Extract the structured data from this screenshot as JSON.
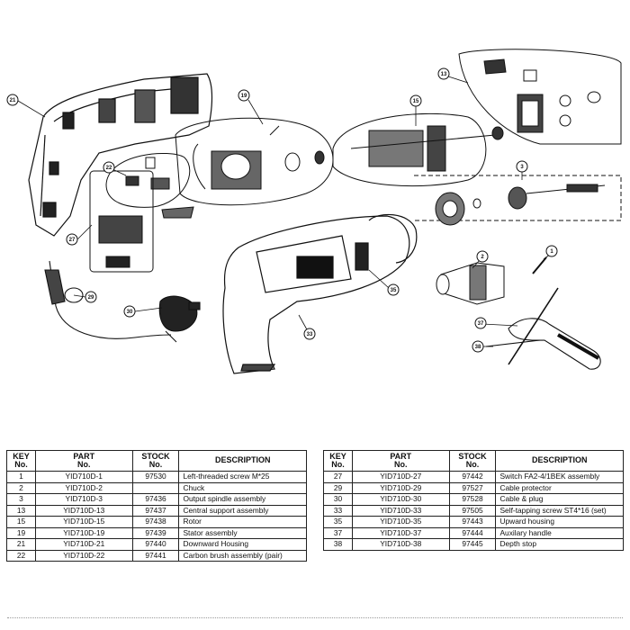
{
  "callouts": [
    {
      "id": "callout-21",
      "label": "21"
    },
    {
      "id": "callout-19",
      "label": "19"
    },
    {
      "id": "callout-22",
      "label": "22"
    },
    {
      "id": "callout-27",
      "label": "27"
    },
    {
      "id": "callout-29",
      "label": "29"
    },
    {
      "id": "callout-30",
      "label": "30"
    },
    {
      "id": "callout-15",
      "label": "15"
    },
    {
      "id": "callout-13",
      "label": "13"
    },
    {
      "id": "callout-3",
      "label": "3"
    },
    {
      "id": "callout-35",
      "label": "35"
    },
    {
      "id": "callout-33",
      "label": "33"
    },
    {
      "id": "callout-2",
      "label": "2"
    },
    {
      "id": "callout-1",
      "label": "1"
    },
    {
      "id": "callout-37",
      "label": "37"
    },
    {
      "id": "callout-38",
      "label": "38"
    }
  ],
  "table": {
    "headers": {
      "key": [
        "KEY",
        "No."
      ],
      "part": [
        "PART",
        "No."
      ],
      "stock": [
        "STOCK",
        "No."
      ],
      "description": [
        "DESCRIPTION"
      ]
    },
    "left_rows": [
      {
        "key": "1",
        "part": "YID710D-1",
        "stock": "97530",
        "description": "Left-threaded screw M*25"
      },
      {
        "key": "2",
        "part": "YID710D-2",
        "stock": "",
        "description": "Chuck"
      },
      {
        "key": "3",
        "part": "YID710D-3",
        "stock": "97436",
        "description": "Output spindle assembly"
      },
      {
        "key": "13",
        "part": "YID710D-13",
        "stock": "97437",
        "description": "Central support assembly"
      },
      {
        "key": "15",
        "part": "YID710D-15",
        "stock": "97438",
        "description": "Rotor"
      },
      {
        "key": "19",
        "part": "YID710D-19",
        "stock": "97439",
        "description": "Stator assembly"
      },
      {
        "key": "21",
        "part": "YID710D-21",
        "stock": "97440",
        "description": "Downward Housing"
      },
      {
        "key": "22",
        "part": "YID710D-22",
        "stock": "97441",
        "description": "Carbon brush assembly (pair)"
      }
    ],
    "right_rows": [
      {
        "key": "27",
        "part": "YID710D-27",
        "stock": "97442",
        "description": "Switch FA2-4/1BEK assembly"
      },
      {
        "key": "29",
        "part": "YID710D-29",
        "stock": "97527",
        "description": "Cable protector"
      },
      {
        "key": "30",
        "part": "YID710D-30",
        "stock": "97528",
        "description": "Cable & plug"
      },
      {
        "key": "33",
        "part": "YID710D-33",
        "stock": "97505",
        "description": "Self-tapping screw ST4*16 (set)"
      },
      {
        "key": "35",
        "part": "YID710D-35",
        "stock": "97443",
        "description": "Upward housing"
      },
      {
        "key": "37",
        "part": "YID710D-37",
        "stock": "97444",
        "description": "Auxilary handle"
      },
      {
        "key": "38",
        "part": "YID710D-38",
        "stock": "97445",
        "description": "Depth stop"
      }
    ]
  }
}
